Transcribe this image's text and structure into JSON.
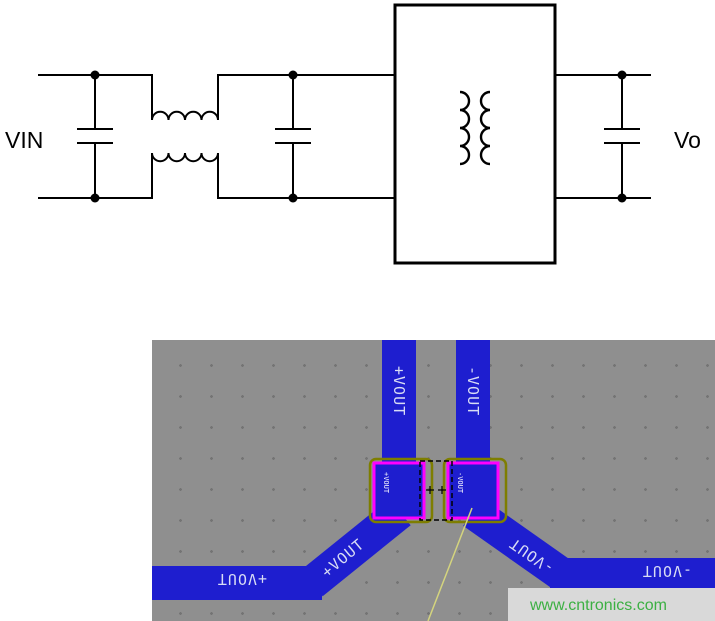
{
  "schematic": {
    "input_label": "VIN",
    "output_label": "Vo",
    "components": [
      "input-capacitor",
      "common-mode-choke",
      "filter-capacitor",
      "isolated-dcdc-module-transformer",
      "output-capacitor"
    ]
  },
  "pcb": {
    "net_labels": {
      "vertical_left": "+VOUT",
      "vertical_right": "-VOUT",
      "pad_left": "+VOUT",
      "pad_right": "-VOUT",
      "diagonal_left": "+VOUT",
      "diagonal_right": "-VOUT",
      "horizontal_left": "+VOUT",
      "horizontal_right": "-VOUT"
    },
    "watermark": "www.cntronics.com",
    "colors": {
      "board": "#8f8f8f",
      "trace": "#1e1ecf",
      "pad_outline": "#ff00ff",
      "courtyard": "#7e7e00",
      "outline_dash": "#000000",
      "ratsnest": "#d4d47e",
      "net_text": "#d8dcf5",
      "watermark_bg": "#d9d9d9",
      "watermark_text_color": "#3cb043"
    }
  }
}
